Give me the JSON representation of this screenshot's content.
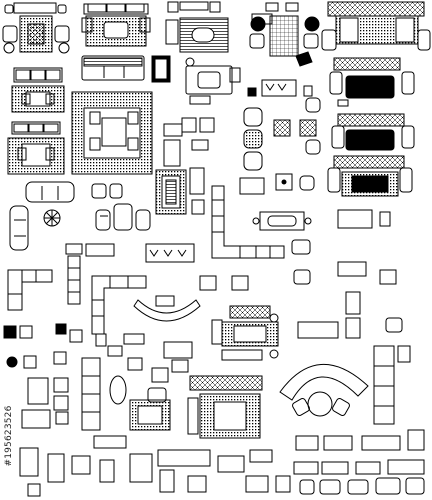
{
  "image": {
    "kind": "furniture-floor-plan-symbol-sheet",
    "style": "black line art on white",
    "colors": {
      "line": "#000000",
      "background": "#ffffff",
      "fill_dark": "#000000"
    }
  },
  "watermark": {
    "text": "#195623526"
  }
}
